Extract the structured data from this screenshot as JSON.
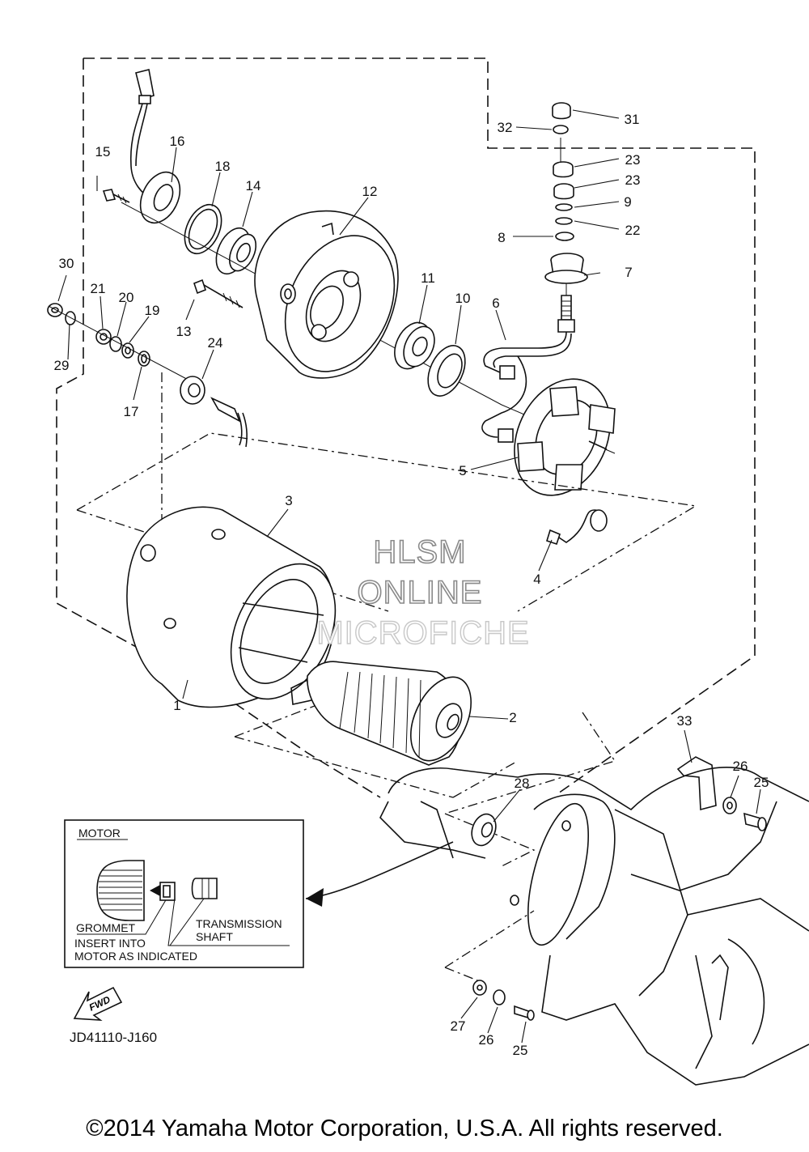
{
  "diagram": {
    "callouts": {
      "c1": "1",
      "c2": "2",
      "c3": "3",
      "c4": "4",
      "c5": "5",
      "c6": "6",
      "c7": "7",
      "c8": "8",
      "c9": "9",
      "c10": "10",
      "c11": "11",
      "c12": "12",
      "c13": "13",
      "c14": "14",
      "c15": "15",
      "c16": "16",
      "c17": "17",
      "c18": "18",
      "c19": "19",
      "c20": "20",
      "c21": "21",
      "c22": "22",
      "c23a": "23",
      "c23b": "23",
      "c24": "24",
      "c25a": "25",
      "c25b": "25",
      "c26a": "26",
      "c26b": "26",
      "c27": "27",
      "c28": "28",
      "c29": "29",
      "c30": "30",
      "c31": "31",
      "c32": "32",
      "c33": "33"
    },
    "watermark": {
      "line1": "HLSM",
      "line2": "ONLINE",
      "line3": "MICROFICHE"
    },
    "inset": {
      "motor": "MOTOR",
      "grommet": "GROMMET",
      "insert_line1": "INSERT INTO",
      "insert_line2": "MOTOR AS INDICATED",
      "transmission_line1": "TRANSMISSION",
      "transmission_line2": "SHAFT"
    },
    "fwd_label": "FWD",
    "diagram_code": "JD41110-J160"
  },
  "copyright": "©2014 Yamaha Motor Corporation, U.S.A. All rights reserved."
}
